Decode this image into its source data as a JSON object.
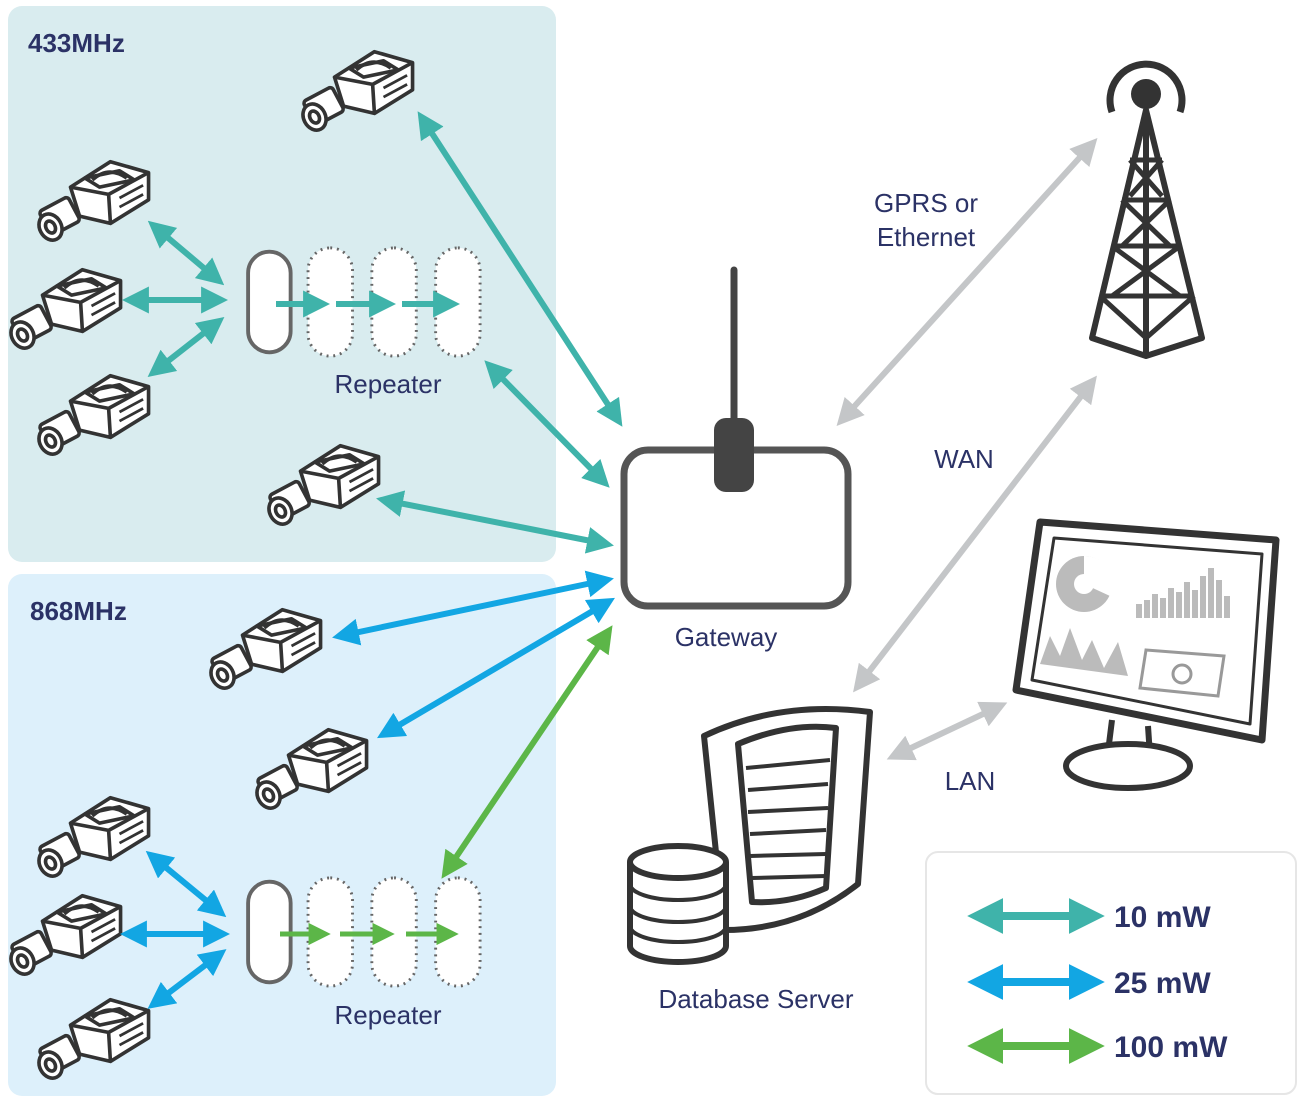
{
  "zones": [
    {
      "id": "zone-433",
      "label": "433MHz"
    },
    {
      "id": "zone-868",
      "label": "868MHz"
    }
  ],
  "nodes": {
    "repeater_top": "Repeater",
    "repeater_bottom": "Repeater",
    "gateway": "Gateway",
    "database_server": "Database Server"
  },
  "connections": {
    "gprs_line1": "GPRS or",
    "gprs_line2": "Ethernet",
    "wan": "WAN",
    "lan": "LAN"
  },
  "legend": [
    {
      "label": "10 mW",
      "color": "#3fb3aa"
    },
    {
      "label": "25 mW",
      "color": "#12a6e3"
    },
    {
      "label": "100 mW",
      "color": "#5cb648"
    }
  ],
  "colors": {
    "zone_433_bg": "#d9ecef",
    "zone_868_bg": "#ddf0fb",
    "link_gray": "#c4c6c8",
    "outline": "#555555",
    "label": "#2b3266"
  }
}
